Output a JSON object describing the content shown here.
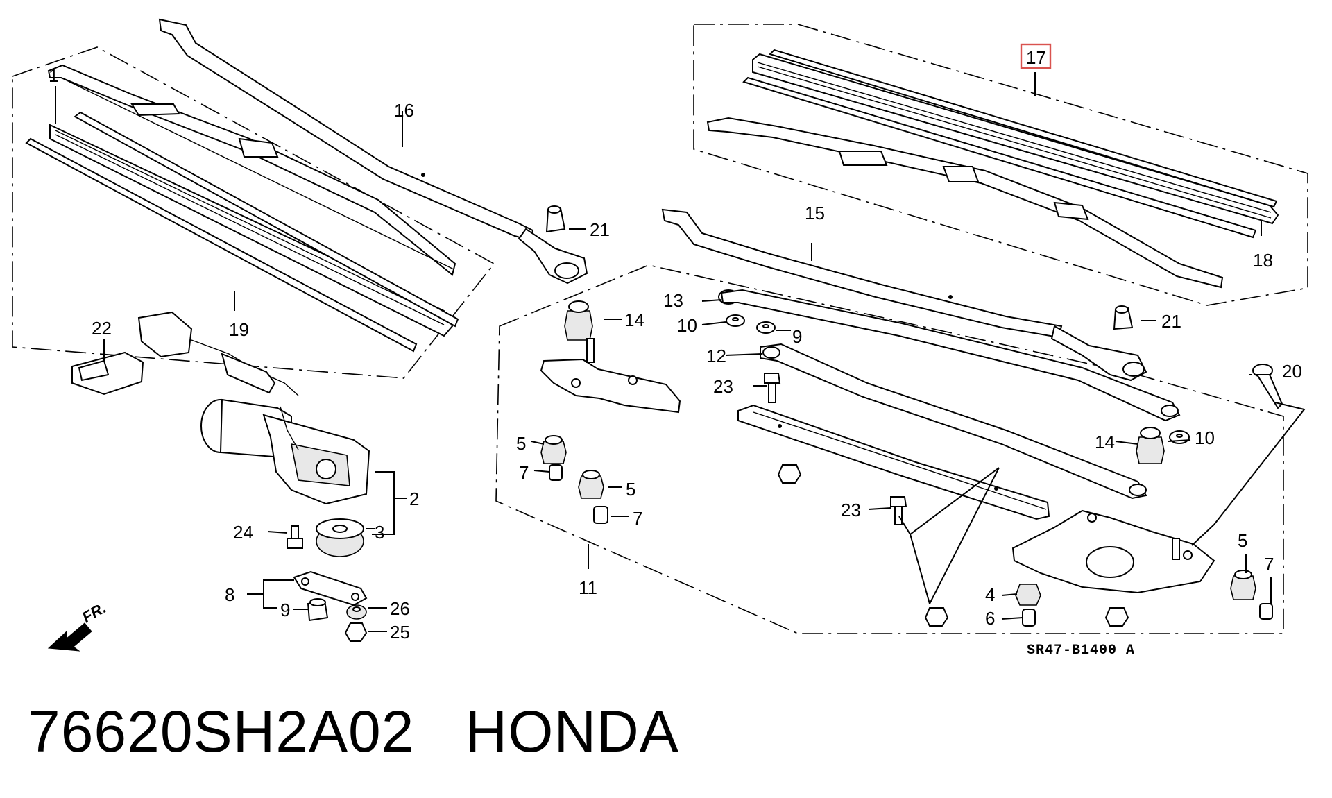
{
  "diagram": {
    "highlight_color": "#d9534f",
    "drawing_code": "SR47-B1400 A",
    "direction_label": "FR.",
    "callouts": {
      "c1": "1",
      "c2": "2",
      "c3": "3",
      "c4": "4",
      "c5a": "5",
      "c5b": "5",
      "c5c": "5",
      "c6": "6",
      "c7a": "7",
      "c7b": "7",
      "c7c": "7",
      "c8": "8",
      "c9a": "9",
      "c9b": "9",
      "c10a": "10",
      "c10b": "10",
      "c11": "11",
      "c12": "12",
      "c13": "13",
      "c14a": "14",
      "c14b": "14",
      "c15": "15",
      "c16": "16",
      "c17": "17",
      "c18": "18",
      "c19": "19",
      "c20": "20",
      "c21a": "21",
      "c21b": "21",
      "c22": "22",
      "c23a": "23",
      "c23b": "23",
      "c24": "24",
      "c25": "25",
      "c26": "26"
    }
  },
  "caption": {
    "text": "76620SH2A02   HONDA"
  }
}
